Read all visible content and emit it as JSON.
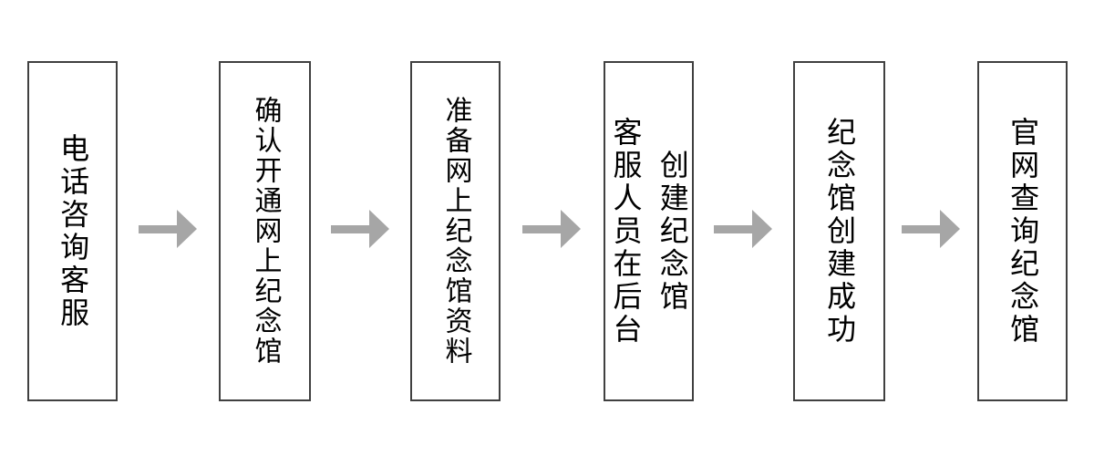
{
  "flowchart": {
    "title": "memorial-hall-creation-process",
    "background_color": "#ffffff",
    "box_border_color": "#404040",
    "text_color": "#000000",
    "arrow_color": "#a6a6a6",
    "steps": [
      {
        "label": "电话咨询客服"
      },
      {
        "label": "确认开通网上纪念馆"
      },
      {
        "label": "准备网上纪念馆资料"
      },
      {
        "label": "客服人员在后台\n创建纪念馆"
      },
      {
        "label": "纪念馆创建成功"
      },
      {
        "label": "官网查询纪念馆"
      }
    ]
  }
}
